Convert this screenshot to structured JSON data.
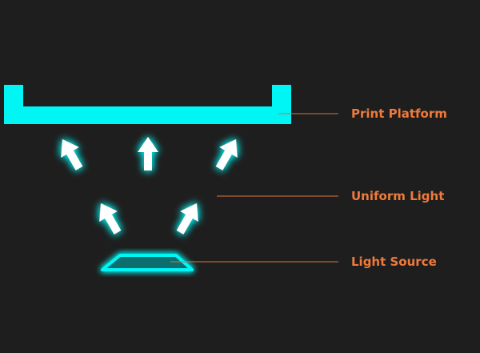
{
  "labels": {
    "print_platform": "Print Platform",
    "uniform_light": "Uniform Light",
    "light_source": "Light Source"
  },
  "colors": {
    "background": "#1e1e1e",
    "cyan": "#00f5f5",
    "glow": "#00e5e5",
    "arrow": "#ffffff",
    "label": "#f07a3a",
    "leader_line": "#d9743a"
  },
  "icons": {
    "light_arrow": "arrow-up-icon"
  }
}
